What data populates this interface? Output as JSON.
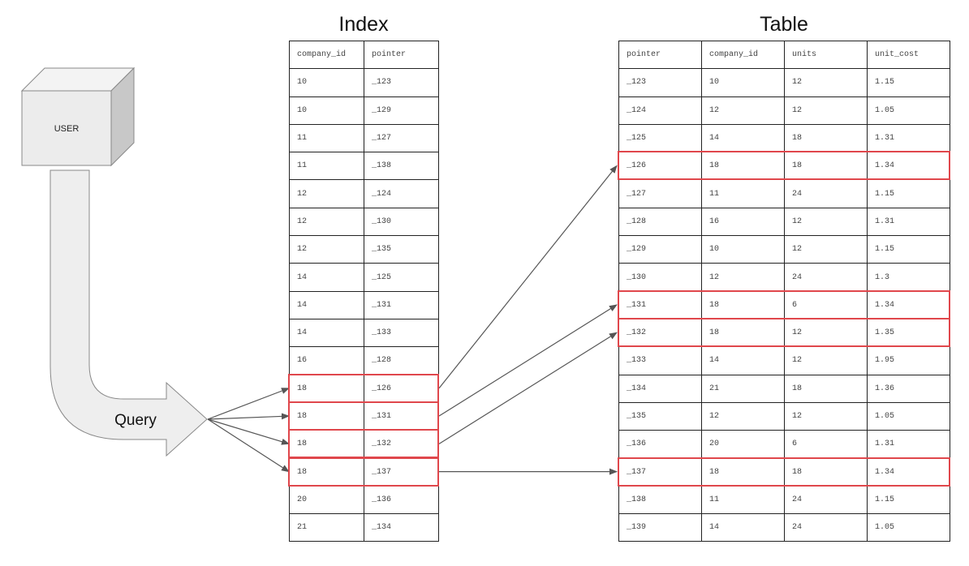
{
  "user_box": {
    "label": "USER"
  },
  "query_arrow": {
    "label": "Query"
  },
  "index": {
    "title": "Index",
    "columns": [
      "company_id",
      "pointer"
    ],
    "rows": [
      [
        "10",
        "_123"
      ],
      [
        "10",
        "_129"
      ],
      [
        "11",
        "_127"
      ],
      [
        "11",
        "_138"
      ],
      [
        "12",
        "_124"
      ],
      [
        "12",
        "_130"
      ],
      [
        "12",
        "_135"
      ],
      [
        "14",
        "_125"
      ],
      [
        "14",
        "_131"
      ],
      [
        "14",
        "_133"
      ],
      [
        "16",
        "_128"
      ],
      [
        "18",
        "_126"
      ],
      [
        "18",
        "_131"
      ],
      [
        "18",
        "_132"
      ],
      [
        "18",
        "_137"
      ],
      [
        "20",
        "_136"
      ],
      [
        "21",
        "_134"
      ]
    ],
    "highlighted_rows": [
      11,
      12,
      13,
      14
    ]
  },
  "table": {
    "title": "Table",
    "columns": [
      "pointer",
      "company_id",
      "units",
      "unit_cost"
    ],
    "rows": [
      [
        "_123",
        "10",
        "12",
        "1.15"
      ],
      [
        "_124",
        "12",
        "12",
        "1.05"
      ],
      [
        "_125",
        "14",
        "18",
        "1.31"
      ],
      [
        "_126",
        "18",
        "18",
        "1.34"
      ],
      [
        "_127",
        "11",
        "24",
        "1.15"
      ],
      [
        "_128",
        "16",
        "12",
        "1.31"
      ],
      [
        "_129",
        "10",
        "12",
        "1.15"
      ],
      [
        "_130",
        "12",
        "24",
        "1.3"
      ],
      [
        "_131",
        "18",
        "6",
        "1.34"
      ],
      [
        "_132",
        "18",
        "12",
        "1.35"
      ],
      [
        "_133",
        "14",
        "12",
        "1.95"
      ],
      [
        "_134",
        "21",
        "18",
        "1.36"
      ],
      [
        "_135",
        "12",
        "12",
        "1.05"
      ],
      [
        "_136",
        "20",
        "6",
        "1.31"
      ],
      [
        "_137",
        "18",
        "18",
        "1.34"
      ],
      [
        "_138",
        "11",
        "24",
        "1.15"
      ],
      [
        "_139",
        "14",
        "24",
        "1.05"
      ]
    ],
    "highlighted_rows": [
      3,
      8,
      9,
      14
    ]
  },
  "links": [
    {
      "from_index_row": 11,
      "to_table_row": 3
    },
    {
      "from_index_row": 12,
      "to_table_row": 8
    },
    {
      "from_index_row": 13,
      "to_table_row": 9
    },
    {
      "from_index_row": 14,
      "to_table_row": 14
    }
  ],
  "colors": {
    "highlight": "#e0474c",
    "line": "#222222",
    "arrow": "#555555",
    "shape_fill": "#eeeeee",
    "shape_stroke": "#888888"
  }
}
